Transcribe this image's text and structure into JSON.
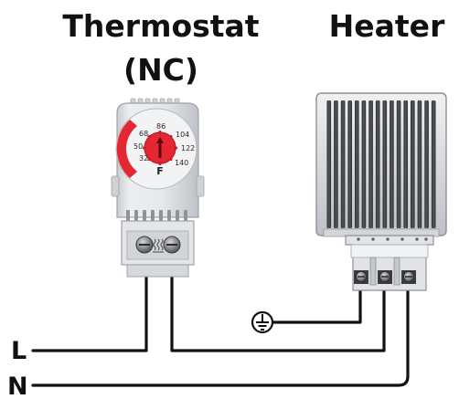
{
  "titles": {
    "thermostat_line1": "Thermostat",
    "thermostat_line2": "(NC)",
    "heater": "Heater"
  },
  "thermostat": {
    "dial_scale": [
      "32",
      "50",
      "68",
      "86",
      "104",
      "122",
      "140"
    ],
    "unit": "F",
    "terminal_symbol": "heater-symbol-icon"
  },
  "wires": {
    "line_label": "L",
    "neutral_label": "N"
  },
  "symbols": {
    "ground": "ground-icon"
  },
  "colors": {
    "dial_red": "#e52733",
    "housing_gray": "#e2e3e6",
    "wire": "#111111",
    "heater_fins": "#d9dadd"
  }
}
